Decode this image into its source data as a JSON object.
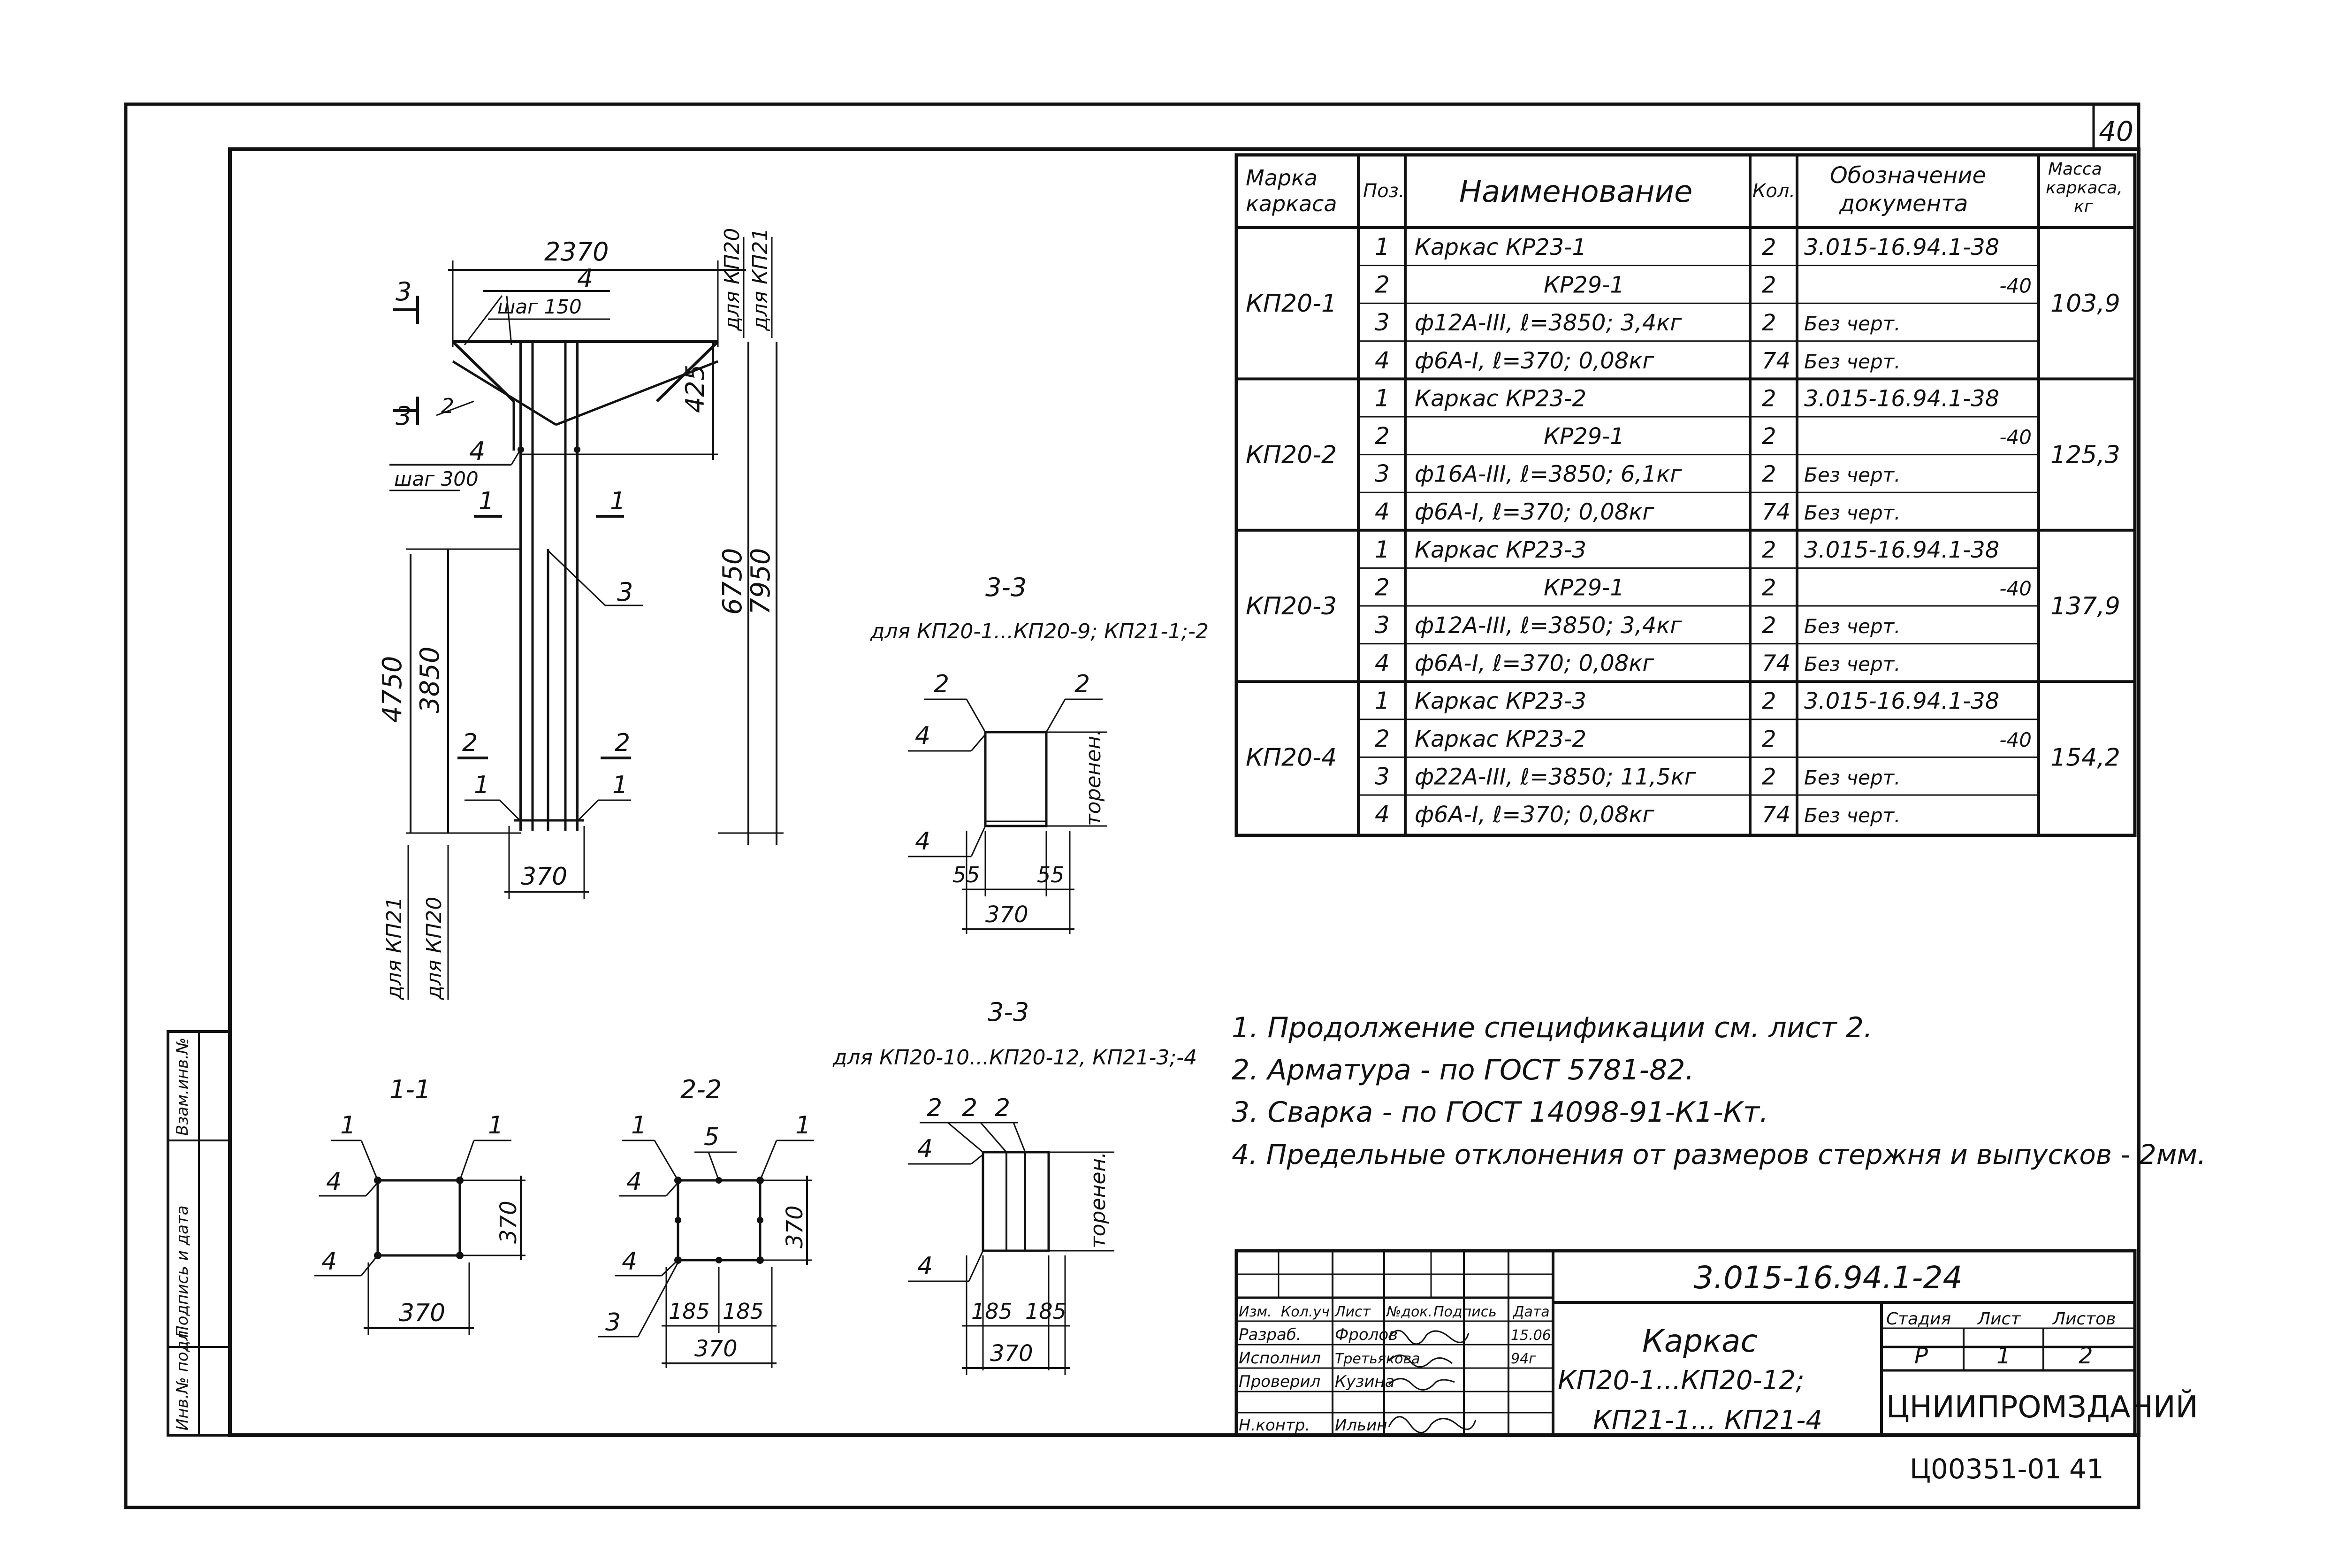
{
  "sheet": {
    "page_number_top": "40",
    "bottom_stamp": "Ц00351-01",
    "bottom_page": "41"
  },
  "left_stamp": [
    "Инв.№ подл.",
    "Подпись и дата",
    "Взам.инв.№"
  ],
  "elevation": {
    "dims": {
      "top_width": "2370",
      "top_pos": "4",
      "top_step": "шаг 150",
      "mid_pos": "4",
      "mid_step": "шаг 300",
      "vert_425": "425",
      "vert_4750": "4750",
      "vert_3850": "3850",
      "vert_6750": "6750",
      "vert_7950": "7950",
      "bottom_370": "370"
    },
    "labels": {
      "for_kp20_top": "для КП20",
      "for_kp21_top": "для КП21",
      "for_kp21_bottom": "для КП21",
      "for_kp20_bottom": "для КП20",
      "pos2_left": "2",
      "pos3_right": "3",
      "pos1_left": "1",
      "pos1_right": "1",
      "cut3_top": "3",
      "cut3_bottom": "3",
      "cut1_left": "1",
      "cut1_right": "1",
      "cut2_left": "2",
      "cut2_right": "2"
    }
  },
  "sections": {
    "s33a": {
      "title": "3-3",
      "subtitle": "для КП20-1...КП20-9; КП21-1;-2",
      "pos_2a": "2",
      "pos_2b": "2",
      "pos_4a": "4",
      "pos_4b": "4",
      "side_label": "торенен.",
      "dim_55a": "55",
      "dim_55b": "55",
      "dim_370": "370"
    },
    "s33b": {
      "title": "3-3",
      "subtitle": "для КП20-10...КП20-12, КП21-3;-4",
      "pos_2a": "2",
      "pos_2b": "2",
      "pos_2c": "2",
      "pos_4a": "4",
      "pos_4b": "4",
      "side_label": "торенен.",
      "dim_185a": "185",
      "dim_185b": "185",
      "dim_370": "370"
    },
    "s11": {
      "title": "1-1",
      "pos_1a": "1",
      "pos_1b": "1",
      "pos_4a": "4",
      "pos_4b": "4",
      "dim_370h": "370",
      "dim_370v": "370"
    },
    "s22": {
      "title": "2-2",
      "pos_1a": "1",
      "pos_1b": "1",
      "pos_5": "5",
      "pos_4a": "4",
      "pos_4b": "4",
      "pos_3": "3",
      "dim_185a": "185",
      "dim_185b": "185",
      "dim_370h": "370",
      "dim_370v": "370"
    }
  },
  "spec_table": {
    "headers": [
      "Марка каркаса",
      "Поз.",
      "Наименование",
      "Кол.",
      "Обозначение документа",
      "Масса каркаса, кг"
    ],
    "groups": [
      {
        "mark": "КП20-1",
        "mass": "103,9",
        "rows": [
          [
            "1",
            "Каркас   КР23-1",
            "2",
            "3.015-16.94.1-38"
          ],
          [
            "2",
            "КР29-1",
            "2",
            "-40"
          ],
          [
            "3",
            "ф12А-III, ℓ=3850; 3,4кг",
            "2",
            "Без черт."
          ],
          [
            "4",
            "ф6А-I, ℓ=370; 0,08кг",
            "74",
            "Без черт."
          ]
        ]
      },
      {
        "mark": "КП20-2",
        "mass": "125,3",
        "rows": [
          [
            "1",
            "Каркас   КР23-2",
            "2",
            "3.015-16.94.1-38"
          ],
          [
            "2",
            "КР29-1",
            "2",
            "-40"
          ],
          [
            "3",
            "ф16А-III, ℓ=3850; 6,1кг",
            "2",
            "Без черт."
          ],
          [
            "4",
            "ф6А-I, ℓ=370; 0,08кг",
            "74",
            "Без черт."
          ]
        ]
      },
      {
        "mark": "КП20-3",
        "mass": "137,9",
        "rows": [
          [
            "1",
            "Каркас   КР23-3",
            "2",
            "3.015-16.94.1-38"
          ],
          [
            "2",
            "КР29-1",
            "2",
            "-40"
          ],
          [
            "3",
            "ф12А-III, ℓ=3850; 3,4кг",
            "2",
            "Без черт."
          ],
          [
            "4",
            "ф6А-I, ℓ=370; 0,08кг",
            "74",
            "Без черт."
          ]
        ]
      },
      {
        "mark": "КП20-4",
        "mass": "154,2",
        "rows": [
          [
            "1",
            "Каркас   КР23-3",
            "2",
            "3.015-16.94.1-38"
          ],
          [
            "2",
            "Каркас   КР23-2",
            "2",
            "-40"
          ],
          [
            "3",
            "ф22А-III, ℓ=3850; 11,5кг",
            "2",
            "Без черт."
          ],
          [
            "4",
            "ф6А-I, ℓ=370; 0,08кг",
            "74",
            "Без черт."
          ]
        ]
      }
    ]
  },
  "notes": [
    "1. Продолжение спецификации см. лист 2.",
    "2. Арматура - по ГОСТ 5781-82.",
    "3. Сварка - по ГОСТ 14098-91-К1-Кт.",
    "4. Предельные отклонения от размеров стержня и выпусков - 2мм."
  ],
  "title_block": {
    "code": "3.015-16.94.1-24",
    "title_1": "Каркас",
    "title_2": "КП20-1...КП20-12;",
    "title_3": "КП21-1... КП21-4",
    "org": "ЦНИИПРОМЗДАНИЙ",
    "head_cols": [
      "Изм.",
      "Кол.уч",
      "Лист",
      "№док.",
      "Подпись",
      "Дата"
    ],
    "stage_head": [
      "Стадия",
      "Лист",
      "Листов"
    ],
    "stage_vals": [
      "Р",
      "1",
      "2"
    ],
    "signers": [
      {
        "role": "Разраб.",
        "name": "Фролов",
        "date": "15.06"
      },
      {
        "role": "Исполнил",
        "name": "Третьякова",
        "date": "94г"
      },
      {
        "role": "Проверил",
        "name": "Кузина",
        "date": ""
      },
      {
        "role": "Н.контр.",
        "name": "Ильин",
        "date": ""
      }
    ]
  }
}
